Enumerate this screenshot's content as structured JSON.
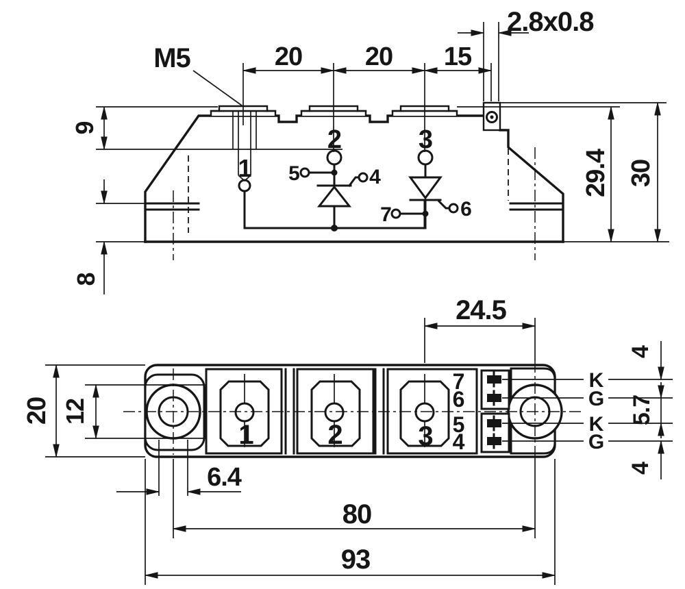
{
  "colors": {
    "line": "#161616",
    "background": "#ffffff"
  },
  "top_view": {
    "thread_label": "M5",
    "pitch_left": "20",
    "pitch_right": "20",
    "pitch_tab": "15",
    "tab_size": "2.8x0.8",
    "thread_depth": "9",
    "slot_height": "8",
    "height_to_pad": "29.4",
    "height_to_tab": "30"
  },
  "schematic": {
    "terminal_1": "1",
    "terminal_2": "2",
    "terminal_3": "3",
    "terminal_4": "4",
    "terminal_5": "5",
    "terminal_6": "6",
    "terminal_7": "7"
  },
  "bottom_view": {
    "pad_1": "1",
    "pad_2": "2",
    "pad_3": "3",
    "tab_col_7": "7",
    "tab_col_6": "6",
    "tab_col_5": "5",
    "tab_col_4": "4",
    "lead_labels": [
      "K",
      "G",
      "K",
      "G"
    ],
    "pad_to_hole": "24.5",
    "hole_diameter": "6.4",
    "hole_pitch": "80",
    "overall_length": "93",
    "body_width": "20",
    "washer_diameter": "12",
    "lead_gap_top": "4",
    "lead_gap_mid": "5.7",
    "lead_gap_bottom": "4"
  }
}
